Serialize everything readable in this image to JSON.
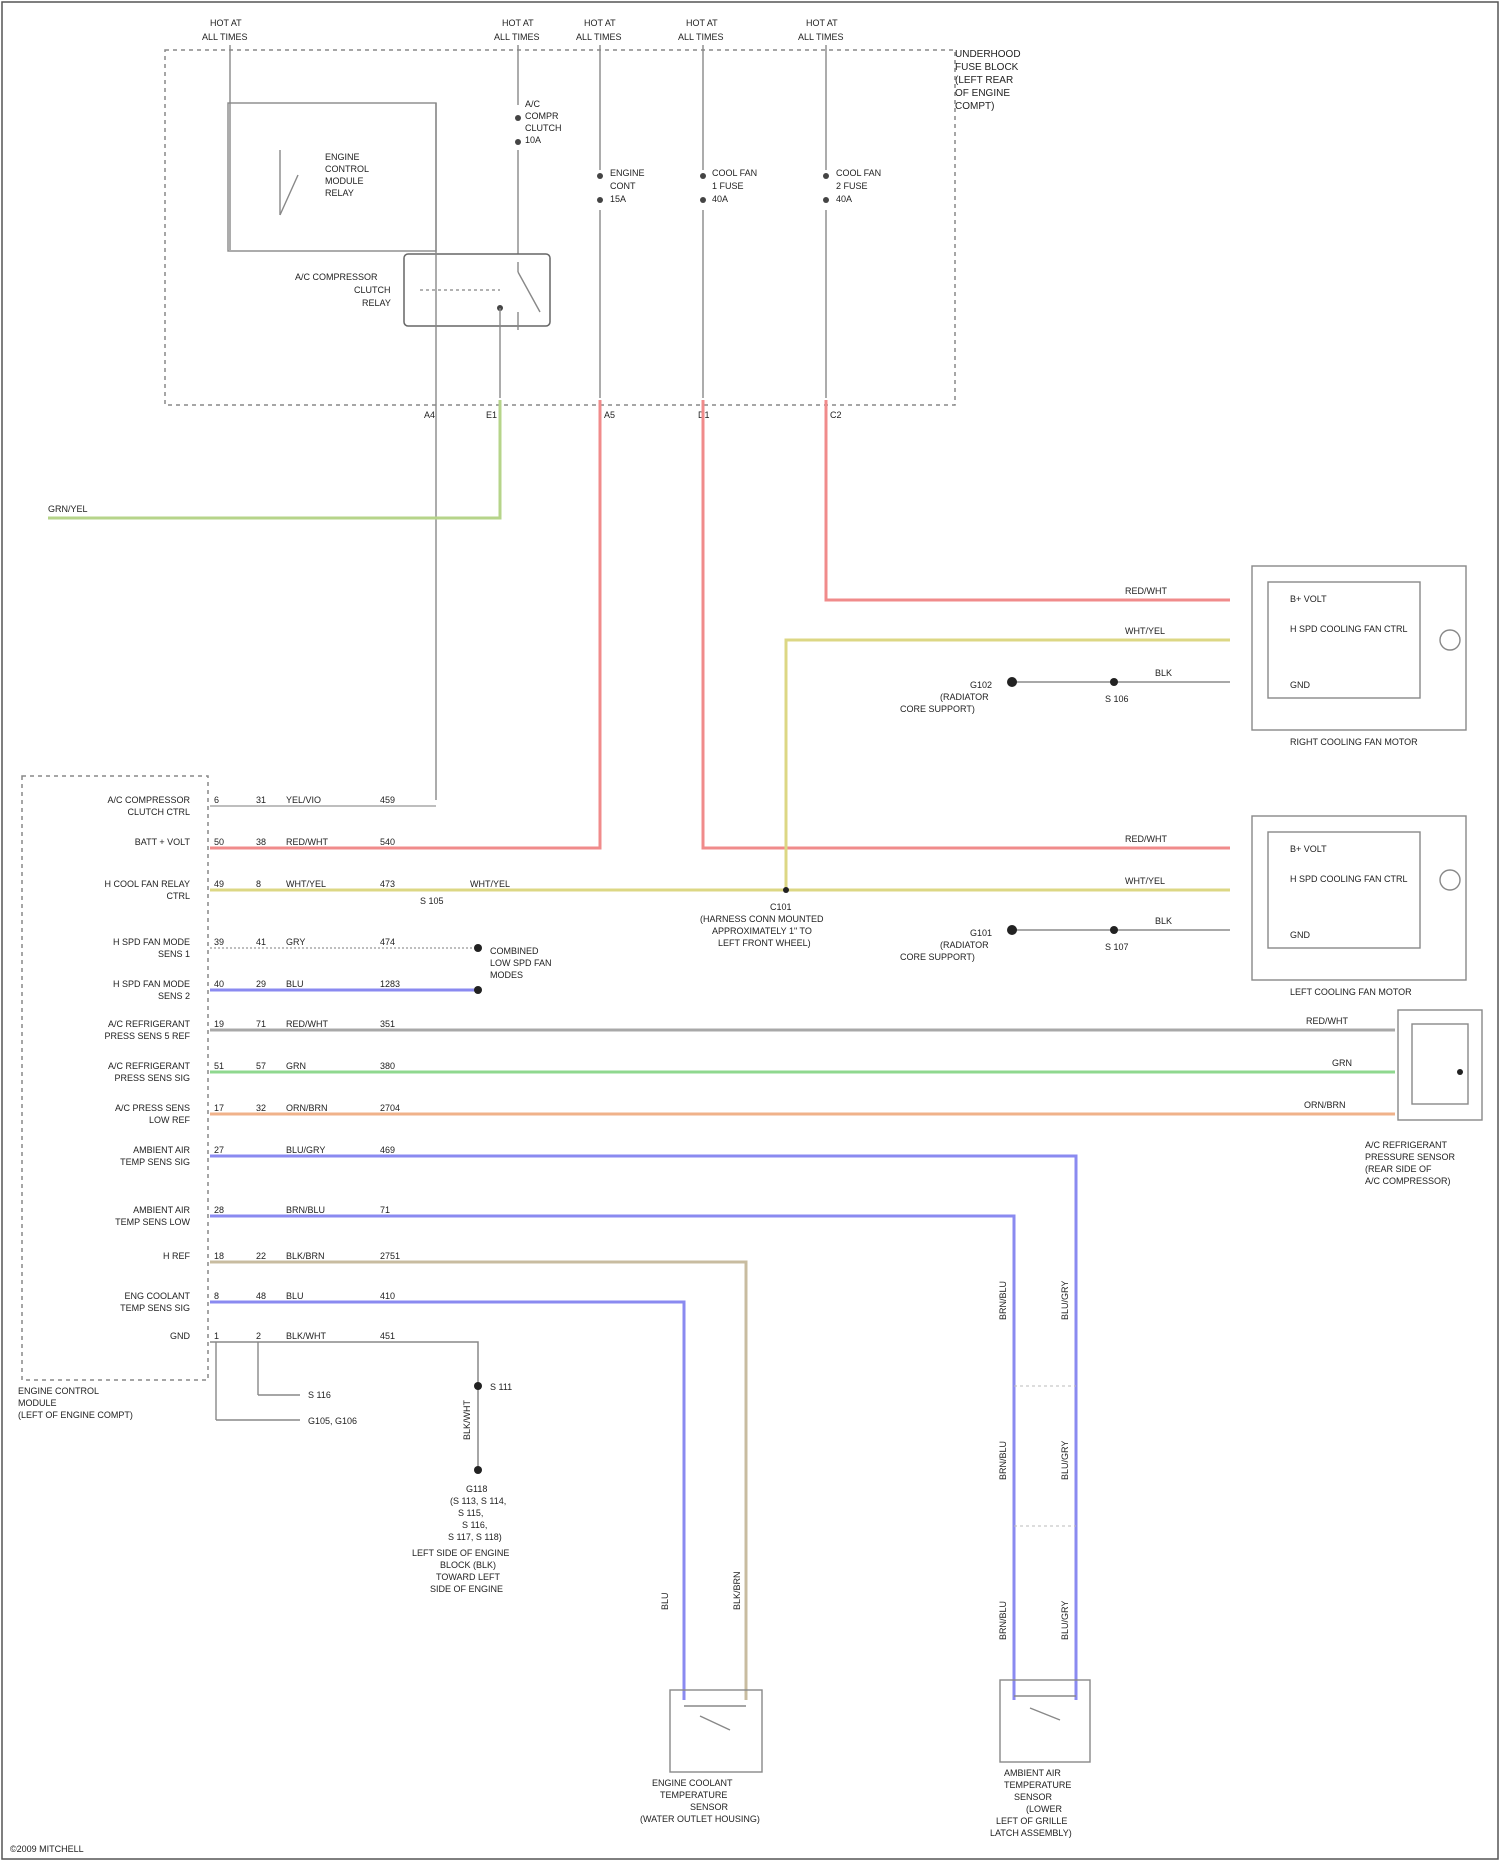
{
  "fuse_block": {
    "top_labels": [
      {
        "line1": "HOT AT",
        "line2": "ALL TIMES"
      },
      {
        "line1": "HOT AT",
        "line2": "ALL TIMES"
      },
      {
        "line1": "HOT AT",
        "line2": "ALL TIMES"
      },
      {
        "line1": "HOT AT",
        "line2": "ALL TIMES"
      },
      {
        "line1": "HOT AT",
        "line2": "ALL TIMES"
      }
    ],
    "title_lines": [
      "UNDERHOOD",
      "FUSE BLOCK",
      "(LEFT REAR",
      "OF ENGINE",
      "COMPT)"
    ],
    "fuses": [
      {
        "lines": [
          "A/C",
          "COMPR",
          "CLUTCH",
          "10A"
        ]
      },
      {
        "lines": [
          "ENGINE",
          "CONT",
          "15A"
        ]
      },
      {
        "lines": [
          "COOL FAN",
          "1 FUSE",
          "40A"
        ]
      },
      {
        "lines": [
          "COOL FAN",
          "2 FUSE",
          "40A"
        ]
      }
    ],
    "relay_label": [
      "ENGINE",
      "CONTROL",
      "MODULE",
      "RELAY"
    ],
    "compressor_relay_label": [
      "A/C COMPRESSOR",
      "CLUTCH",
      "RELAY"
    ],
    "connector_pins": [
      "A4",
      "E1",
      "A5",
      "D1",
      "C2"
    ]
  },
  "left_wire_label": "GRN/YEL",
  "ecm": {
    "title_lines": [
      "ENGINE CONTROL",
      "MODULE",
      "(LEFT OF ENGINE COMPT)"
    ],
    "rows": [
      {
        "label1": "A/C COMPRESSOR",
        "label2": "CLUTCH CTRL",
        "pin_a": "6",
        "pin_b": "31",
        "wire": "YEL/VIO",
        "circuit": "459"
      },
      {
        "label1": "BATT + VOLT",
        "label2": "",
        "pin_a": "50",
        "pin_b": "38",
        "wire": "RED/WHT",
        "circuit": "540"
      },
      {
        "label1": "H COOL FAN RELAY",
        "label2": "CTRL",
        "pin_a": "49",
        "pin_b": "8",
        "wire": "WHT/YEL",
        "circuit": "473",
        "extra": "WHT/YEL",
        "splice": "S 105"
      },
      {
        "label1": "H SPD FAN MODE",
        "label2": "SENS 1",
        "pin_a": "39",
        "pin_b": "41",
        "wire": "GRY",
        "circuit": "474"
      },
      {
        "label1": "H SPD FAN MODE",
        "label2": "SENS 2",
        "pin_a": "40",
        "pin_b": "29",
        "wire": "BLU",
        "circuit": "1283"
      },
      {
        "label1": "A/C REFRIGERANT",
        "label2": "PRESS SENS 5 REF",
        "pin_a": "19",
        "pin_b": "71",
        "wire": "RED/WHT",
        "circuit": "351"
      },
      {
        "label1": "A/C REFRIGERANT",
        "label2": "PRESS SENS SIG",
        "pin_a": "51",
        "pin_b": "57",
        "wire": "GRN",
        "circuit": "380"
      },
      {
        "label1": "A/C PRESS SENS",
        "label2": "LOW REF",
        "pin_a": "17",
        "pin_b": "32",
        "wire": "ORN/BRN",
        "circuit": "2704"
      },
      {
        "label1": "AMBIENT AIR",
        "label2": "TEMP SENS SIG",
        "pin_a": "27",
        "pin_b": "",
        "wire": "BLU/GRY",
        "circuit": "469"
      },
      {
        "label1": "AMBIENT AIR",
        "label2": "TEMP SENS LOW",
        "pin_a": "28",
        "pin_b": "",
        "wire": "BRN/BLU",
        "circuit": "71"
      },
      {
        "label1": "H REF",
        "label2": "",
        "pin_a": "18",
        "pin_b": "22",
        "wire": "BLK/BRN",
        "circuit": "2751"
      },
      {
        "label1": "ENG COOLANT",
        "label2": "TEMP SENS SIG",
        "pin_a": "8",
        "pin_b": "48",
        "wire": "BLU",
        "circuit": "410"
      },
      {
        "label1": "GND",
        "label2": "",
        "pin_a": "1",
        "pin_b": "2",
        "wire": "BLK/WHT",
        "circuit": "451"
      }
    ],
    "bottom_notes": [
      "S 116",
      "G105, G106"
    ]
  },
  "middle_splice": [
    "C101",
    "(HARNESS CONN MOUNTED",
    "APPROXIMATELY 1\" TO",
    "LEFT FRONT WHEEL)"
  ],
  "right_fan": {
    "title": "RIGHT COOLING FAN MOTOR",
    "pins": [
      "B+ VOLT",
      "H SPD COOLING FAN CTRL",
      "GND"
    ],
    "wires": [
      "RED/WHT",
      "WHT/YEL",
      "BLK"
    ],
    "ground_label": [
      "G102",
      "(RADIATOR",
      "CORE SUPPORT)"
    ],
    "splice": "S 106"
  },
  "left_fan": {
    "title": "LEFT COOLING FAN MOTOR",
    "pins": [
      "B+ VOLT",
      "H SPD COOLING FAN CTRL",
      "GND"
    ],
    "wires": [
      "RED/WHT",
      "WHT/YEL",
      "BLK"
    ],
    "ground_label": [
      "G101",
      "(RADIATOR",
      "CORE SUPPORT)"
    ],
    "splice": "S 107"
  },
  "speed_note": [
    "COMBINED",
    "LOW SPD FAN",
    "MODES"
  ],
  "pressure_sensor": {
    "title_lines": [
      "A/C REFRIGERANT",
      "PRESSURE SENSOR",
      "(REAR SIDE OF",
      "A/C COMPRESSOR)"
    ],
    "wires": [
      "RED/WHT",
      "GRN",
      "ORN/BRN"
    ]
  },
  "ground": {
    "node": "S 111",
    "wire": "BLK/WHT",
    "lines": [
      "G118",
      "(S 113, S 114,",
      "S 115,",
      "S 116,",
      "S 117, S 118)",
      "LEFT SIDE OF ENGINE",
      "BLOCK (BLK)",
      "TOWARD LEFT",
      "SIDE OF ENGINE"
    ]
  },
  "coolant_sensor": {
    "title_lines": [
      "ENGINE COOLANT",
      "TEMPERATURE",
      "SENSOR",
      "(WATER OUTLET HOUSING)"
    ],
    "wires": [
      "BLU",
      "BLK/BRN"
    ]
  },
  "ambient_sensor": {
    "title_lines": [
      "AMBIENT AIR",
      "TEMPERATURE",
      "SENSOR",
      "(LOWER",
      "LEFT OF GRILLE",
      "LATCH ASSEMBLY)"
    ],
    "wires": [
      "BRN/BLU",
      "BLU/GRY"
    ]
  },
  "footer": "©2009 MITCHELL",
  "colors": {
    "red": "#f08b8b",
    "yellow": "#dcd784",
    "green_yellow": "#b6d48a",
    "blue": "#8a8af0",
    "green": "#8fd88f",
    "orange": "#f0b28a",
    "grey": "#a8a8a8",
    "tan": "#c8bca0"
  }
}
